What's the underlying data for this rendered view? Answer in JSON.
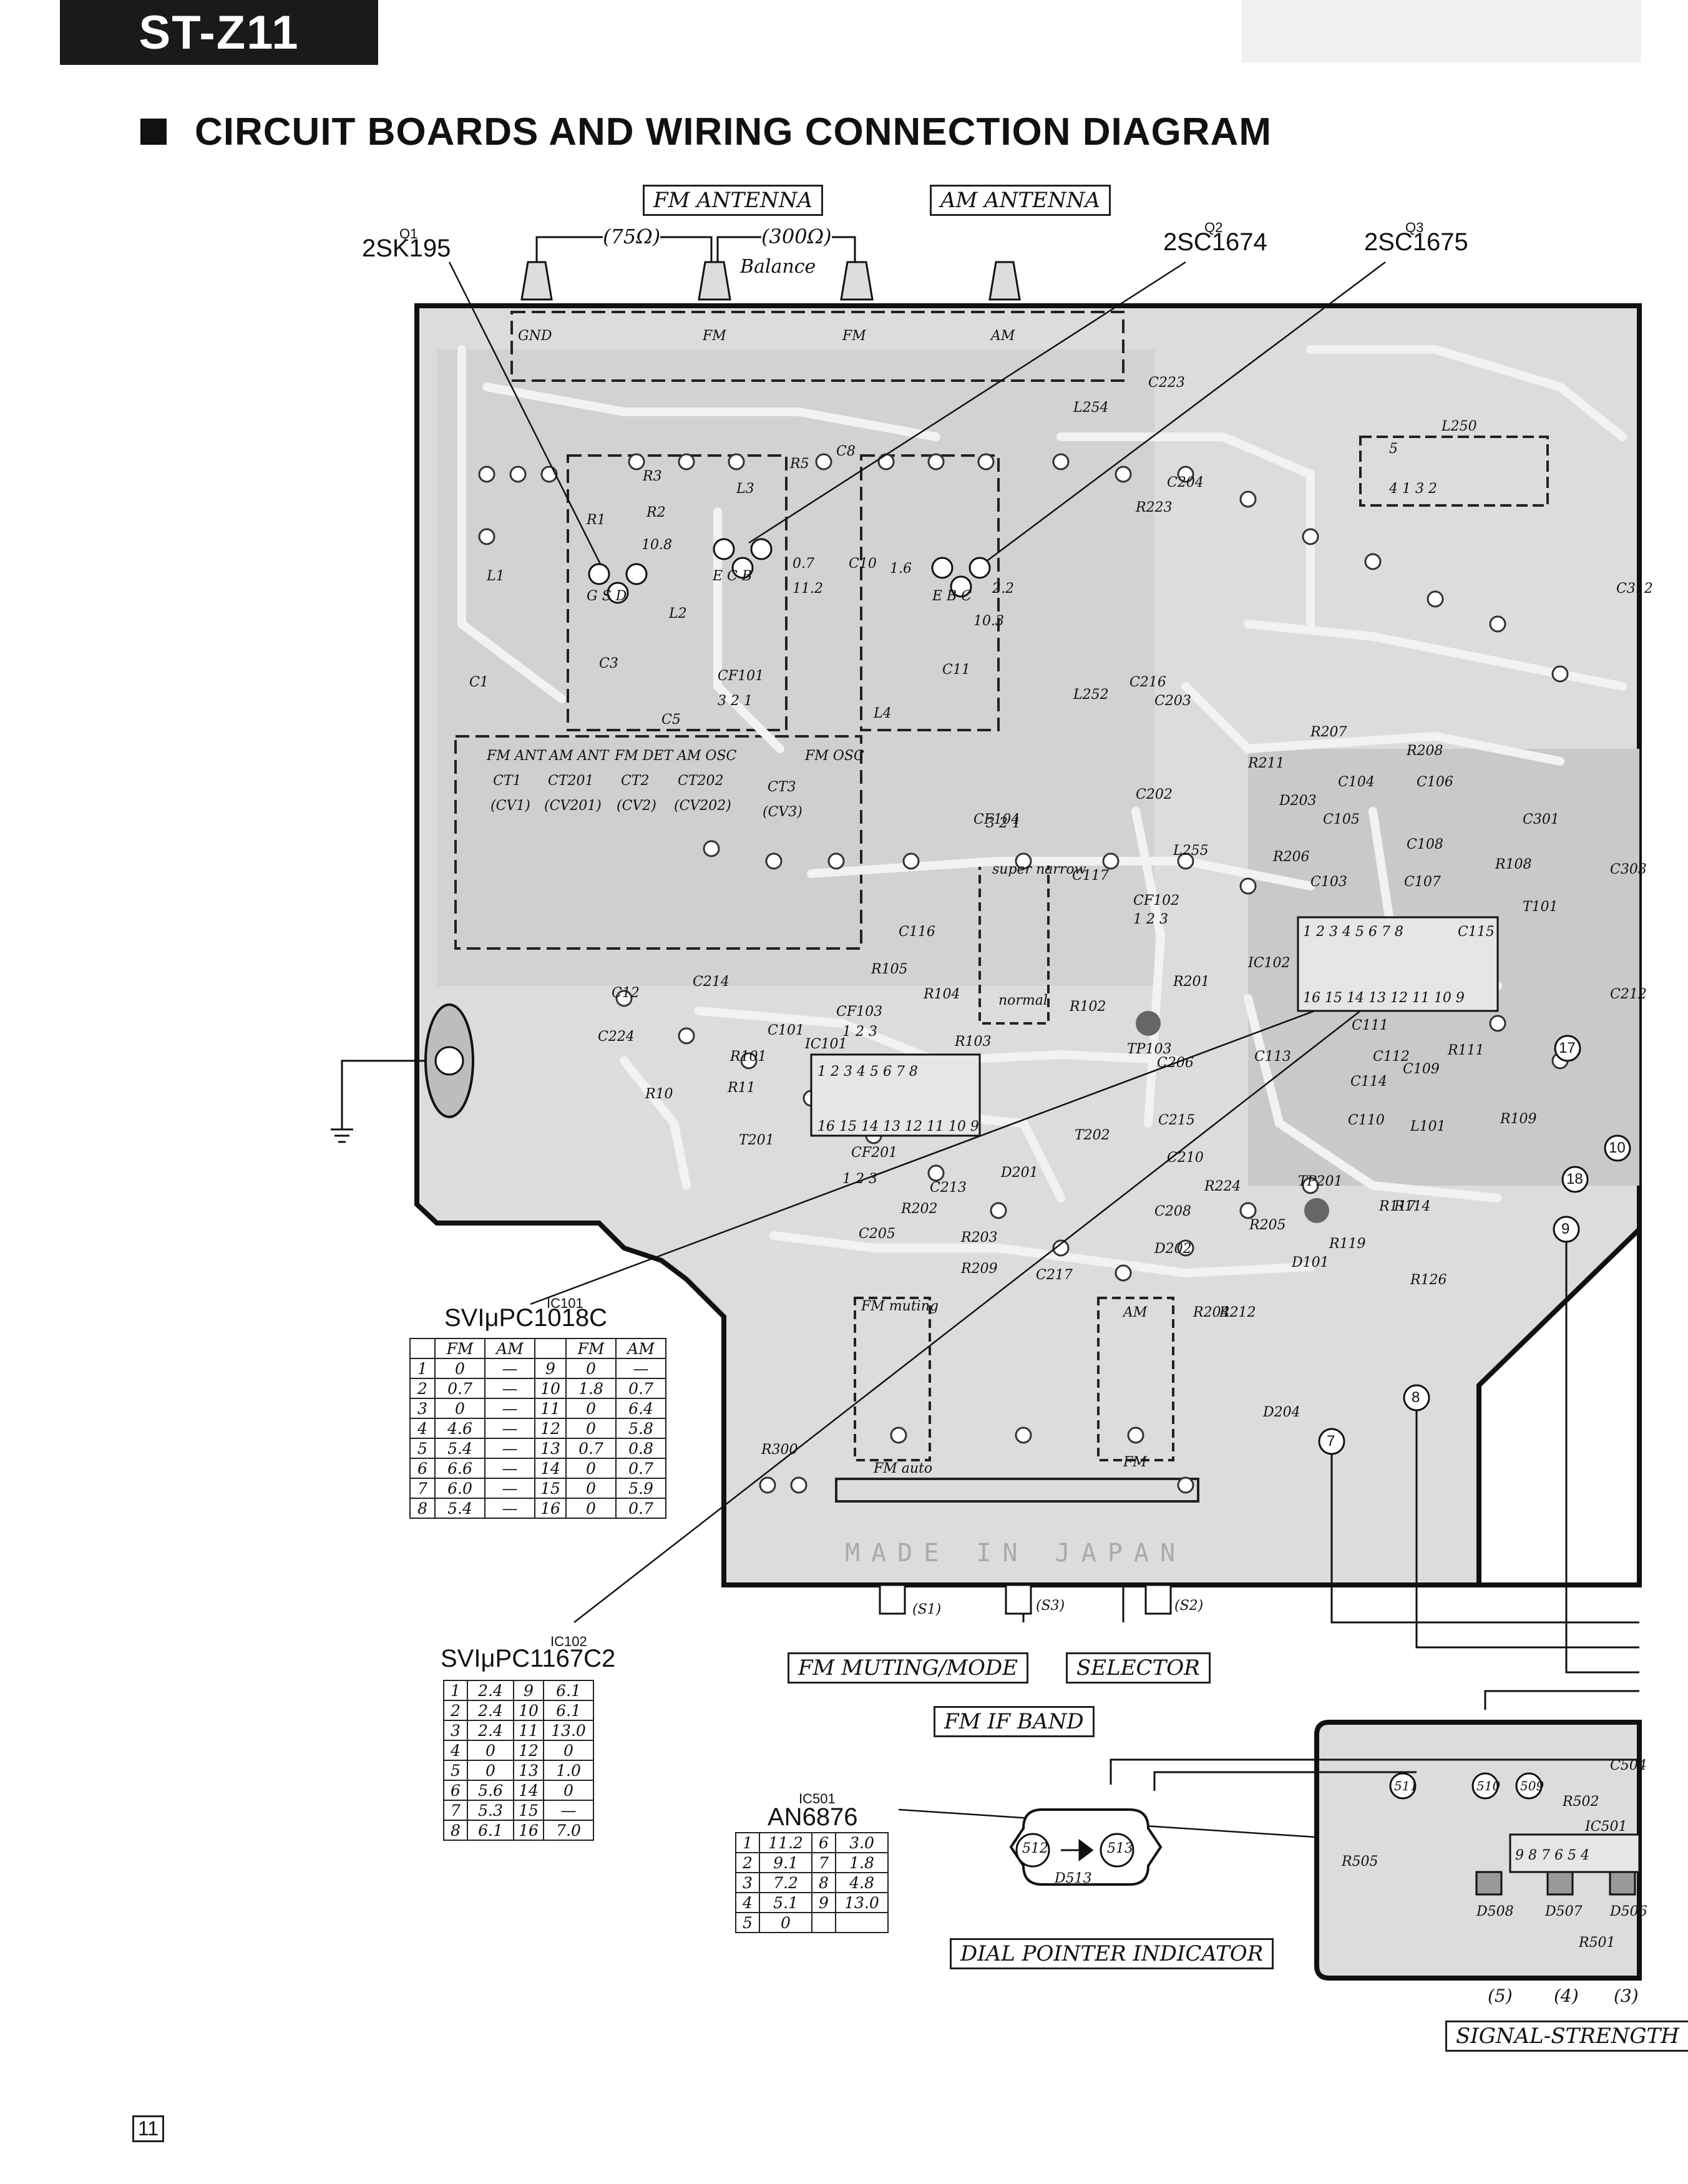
{
  "header": {
    "model": "ST-Z11",
    "title": "CIRCUIT BOARDS AND WIRING CONNECTION DIAGRAM",
    "page_number": "11"
  },
  "antenna_labels": {
    "fm_antenna": "FM ANTENNA",
    "am_antenna": "AM ANTENNA",
    "ohm75": "(75Ω)",
    "ohm300": "(300Ω)",
    "balance": "Balance",
    "gnd": "GND",
    "fm1": "FM",
    "fm2": "FM",
    "am": "AM"
  },
  "transistors": [
    {
      "ref": "Q1",
      "part": "2SK195"
    },
    {
      "ref": "Q2",
      "part": "2SC1674"
    },
    {
      "ref": "Q3",
      "part": "2SC1675"
    }
  ],
  "trimmers": {
    "fm_ant": "FM ANT",
    "am_ant": "AM ANT",
    "fm_det": "FM DET",
    "am_osc": "AM OSC",
    "fm_osc": "FM OSC",
    "ct1": "CT1",
    "ct201": "CT201",
    "ct2": "CT2",
    "ct202": "CT202",
    "ct3": "CT3",
    "cv1": "(CV1)",
    "cv201": "(CV201)",
    "cv2": "(CV2)",
    "cv202": "(CV202)",
    "cv3": "(CV3)"
  },
  "board_labels": {
    "made_in_japan": "MADE IN JAPAN",
    "s1": "(S1)",
    "s3": "(S3)",
    "s2": "(S2)",
    "super_narrow": "super narrow",
    "normal": "normal",
    "fm_muting": "FM muting",
    "fm_auto": "FM auto",
    "am": "AM",
    "fm": "FM"
  },
  "function_labels": {
    "fm_muting_mode": "FM MUTING/MODE",
    "selector": "SELECTOR",
    "fm_if_band": "FM IF BAND",
    "dial_pointer_indicator": "DIAL POINTER INDICATOR",
    "signal_strength": "SIGNAL-STRENGTH"
  },
  "ic101": {
    "ref": "IC101",
    "part": "SVIμPC1018C",
    "headers": [
      "",
      "FM",
      "AM",
      "",
      "FM",
      "AM"
    ],
    "rows": [
      [
        "1",
        "0",
        "—",
        "9",
        "0",
        "—"
      ],
      [
        "2",
        "0.7",
        "—",
        "10",
        "1.8",
        "0.7"
      ],
      [
        "3",
        "0",
        "—",
        "11",
        "0",
        "6.4"
      ],
      [
        "4",
        "4.6",
        "—",
        "12",
        "0",
        "5.8"
      ],
      [
        "5",
        "5.4",
        "—",
        "13",
        "0.7",
        "0.8"
      ],
      [
        "6",
        "6.6",
        "—",
        "14",
        "0",
        "0.7"
      ],
      [
        "7",
        "6.0",
        "—",
        "15",
        "0",
        "5.9"
      ],
      [
        "8",
        "5.4",
        "—",
        "16",
        "0",
        "0.7"
      ]
    ]
  },
  "ic102": {
    "ref": "IC102",
    "part": "SVIμPC1167C2",
    "rows": [
      [
        "1",
        "2.4",
        "9",
        "6.1"
      ],
      [
        "2",
        "2.4",
        "10",
        "6.1"
      ],
      [
        "3",
        "2.4",
        "11",
        "13.0"
      ],
      [
        "4",
        "0",
        "12",
        "0"
      ],
      [
        "5",
        "0",
        "13",
        "1.0"
      ],
      [
        "6",
        "5.6",
        "14",
        "0"
      ],
      [
        "7",
        "5.3",
        "15",
        "—"
      ],
      [
        "8",
        "6.1",
        "16",
        "7.0"
      ]
    ]
  },
  "ic501": {
    "ref": "IC501",
    "part": "AN6876",
    "rows": [
      [
        "1",
        "11.2",
        "6",
        "3.0"
      ],
      [
        "2",
        "9.1",
        "7",
        "1.8"
      ],
      [
        "3",
        "7.2",
        "8",
        "4.8"
      ],
      [
        "4",
        "5.1",
        "9",
        "13.0"
      ],
      [
        "5",
        "0",
        "",
        ""
      ]
    ]
  },
  "indicator": {
    "d513": "D513",
    "p512": "512",
    "p513": "513"
  },
  "components": {
    "l1": "L1",
    "l2": "L2",
    "l3": "L3",
    "l4": "L4",
    "c1": "C1",
    "c3": "C3",
    "c5": "C5",
    "r1": "R1",
    "r2": "R2",
    "r3": "R3",
    "r5": "R5",
    "c8": "C8",
    "c10": "C10",
    "c11": "C11",
    "cf101": "CF101",
    "l254": "L254",
    "c223": "C223",
    "l250": "L250",
    "r223": "R223",
    "c204": "C204",
    "l252": "L252",
    "c216": "C216",
    "c203": "C203",
    "cf104": "CF104",
    "c202": "C202",
    "l255": "L255",
    "r207": "R207",
    "r208": "R208",
    "r211": "R211",
    "c104": "C104",
    "c106": "C106",
    "d203": "D203",
    "c105": "C105",
    "r206": "R206",
    "c108": "C108",
    "c107": "C107",
    "c103": "C103",
    "r108": "R108",
    "c301": "C301",
    "c303": "C303",
    "cf102": "CF102",
    "c115": "C115",
    "t101": "T101",
    "ic102": "IC102",
    "c117": "C117",
    "c116": "C116",
    "r105": "R105",
    "r104": "R104",
    "r102": "R102",
    "r103": "R103",
    "r201": "R201",
    "tp103": "TP103",
    "c12": "C12",
    "c214": "C214",
    "c224": "C224",
    "c101": "C101",
    "cf103": "CF103",
    "ic101": "IC101",
    "r101": "R101",
    "r11": "R11",
    "r10": "R10",
    "c113": "C113",
    "c206": "C206",
    "c111": "C111",
    "c112": "C112",
    "c114": "C114",
    "c109": "C109",
    "r111": "R111",
    "c110": "C110",
    "l101": "L101",
    "r109": "R109",
    "t201": "T201",
    "cf201": "CF201",
    "c215": "C215",
    "t202": "T202",
    "c210": "C210",
    "r224": "R224",
    "d201": "D201",
    "tp201": "TP201",
    "r202": "R202",
    "c213": "C213",
    "c205": "C205",
    "r203": "R203",
    "r205": "R205",
    "c208": "C208",
    "r117": "R117",
    "r114": "R114",
    "r119": "R119",
    "d101": "D101",
    "r126": "R126",
    "r209": "R209",
    "c217": "C217",
    "d202": "D202",
    "r204": "R204",
    "r212": "R212",
    "d204": "D204",
    "r300": "R300",
    "c212": "C212",
    "c312": "C312",
    "c504": "C504",
    "r502": "R502",
    "ic501b": "IC501",
    "r505": "R505",
    "d508": "D508",
    "d507": "D507",
    "d506": "D506",
    "r501": "R501"
  },
  "connector_numbers": [
    "7",
    "8",
    "9",
    "10",
    "17",
    "18"
  ],
  "signal_pins": [
    "511",
    "510",
    "509"
  ],
  "bottom_numbers": [
    "(5)",
    "(4)",
    "(3)"
  ],
  "pcb_pin_rows": {
    "ic101_top": [
      "1",
      "2",
      "3",
      "4",
      "5",
      "6",
      "7",
      "8"
    ],
    "ic101_bottom": [
      "16",
      "15",
      "14",
      "13",
      "12",
      "11",
      "10",
      "9"
    ],
    "ic102_top": [
      "1",
      "2",
      "3",
      "4",
      "5",
      "6",
      "7",
      "8"
    ],
    "ic102_bottom": [
      "16",
      "15",
      "14",
      "13",
      "12",
      "11",
      "10",
      "9"
    ],
    "ic501_pins": [
      "9",
      "8",
      "7",
      "6",
      "5",
      "4"
    ],
    "cf101": [
      "3",
      "2",
      "1"
    ],
    "cf104": [
      "3",
      "2",
      "1"
    ],
    "cf102": [
      "1",
      "2",
      "3"
    ],
    "cf103": [
      "1",
      "2",
      "3"
    ],
    "cf201": [
      "1",
      "2",
      "3"
    ],
    "l250": [
      "5",
      "4",
      "1",
      "3",
      "2"
    ],
    "q1_pins": [
      "G",
      "S",
      "D"
    ],
    "q2_pins": [
      "E",
      "C",
      "B"
    ],
    "q3_pins": [
      "E",
      "B",
      "C"
    ],
    "volt_tags": [
      "10.8",
      "0.7",
      "11.2",
      "1.6",
      "2.2",
      "10.3"
    ]
  }
}
